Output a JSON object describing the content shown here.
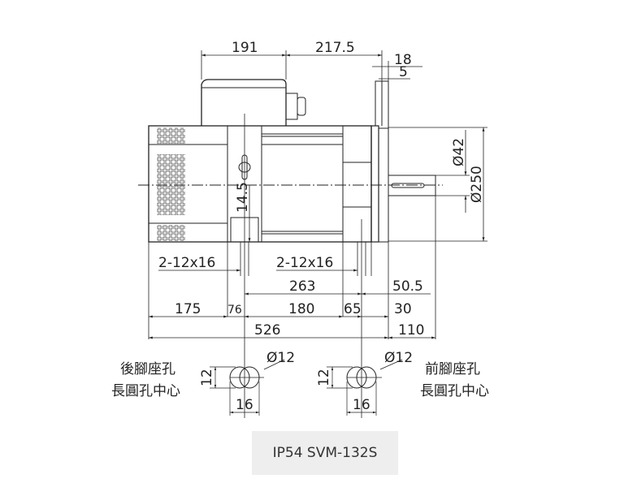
{
  "drawing": {
    "top_dims": {
      "terminal_box": "191",
      "box_to_flange": "217.5",
      "flange_thickness": "18",
      "flange_step": "5"
    },
    "right_dims": {
      "shaft_diameter": "Ø42",
      "flange_diameter": "Ø250"
    },
    "side_dims": {
      "foot_height": "14.5"
    },
    "bottom_dims": {
      "rear_holes": "2-12x16",
      "front_holes": "2-12x16",
      "d263": "263",
      "d50_5": "50.5",
      "d175": "175",
      "d76": "76",
      "d180": "180",
      "d65": "65",
      "d30": "30",
      "d526": "526",
      "d110": "110"
    },
    "rear_hole": {
      "label_line1": "後腳座孔",
      "label_line2": "長圓孔中心",
      "diameter": "Ø12",
      "height": "12",
      "width": "16"
    },
    "front_hole": {
      "label_line1": "前腳座孔",
      "label_line2": "長圓孔中心",
      "diameter": "Ø12",
      "height": "12",
      "width": "16"
    }
  },
  "caption": "IP54 SVM-132S",
  "colors": {
    "line": "#222222",
    "caption_bg": "#eeeeee"
  }
}
